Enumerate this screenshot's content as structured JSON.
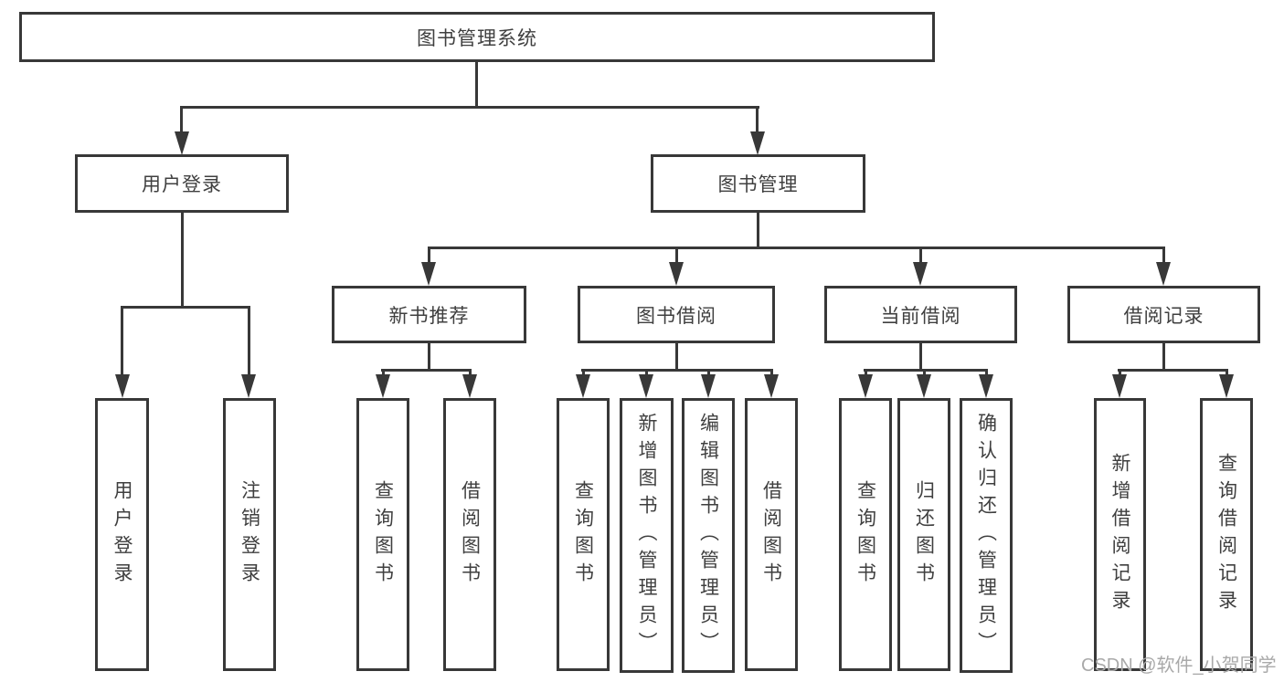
{
  "diagram": {
    "title": "图书管理系统",
    "nodes": {
      "root": "图书管理系统",
      "user_login": "用户登录",
      "book_mgmt": "图书管理",
      "new_book_rec": "新书推荐",
      "book_borrow": "图书借阅",
      "current_borrow": "当前借阅",
      "borrow_records": "借阅记录",
      "leaves": [
        "用户登录",
        "注销登录",
        "查询图书",
        "借阅图书",
        "查询图书",
        "新增图书（管理员）",
        "编辑图书（管理员）",
        "借阅图书",
        "查询图书",
        "归还图书",
        "确认归还（管理员）",
        "新增借阅记录",
        "查询借阅记录"
      ]
    },
    "colors": {
      "line": "#383838",
      "text": "#3f3f3f",
      "watermark": "#a9a9a9",
      "background": "#ffffff"
    }
  },
  "watermark": "CSDN @软件_小贺同学"
}
